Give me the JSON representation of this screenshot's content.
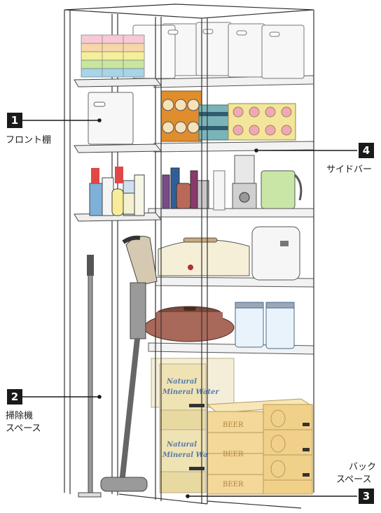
{
  "callouts": [
    {
      "number": "1",
      "label": "フロント棚"
    },
    {
      "number": "2",
      "label_line1": "掃除機",
      "label_line2": "スペース"
    },
    {
      "number": "3",
      "label_line1": "バック",
      "label_line2": "スペース"
    },
    {
      "number": "4",
      "label": "サイドバー"
    }
  ],
  "box_labels": {
    "water_line1": "Natural",
    "water_line2": "Mineral Water",
    "beer": "BEER"
  },
  "colors": {
    "badge": "#1a1a1a",
    "cabinet_line": "#333333",
    "water_box": "#efe3b4",
    "beer_box": "#f3d89a",
    "pot": "#a9695a",
    "kettle": "#c9e6a6"
  }
}
